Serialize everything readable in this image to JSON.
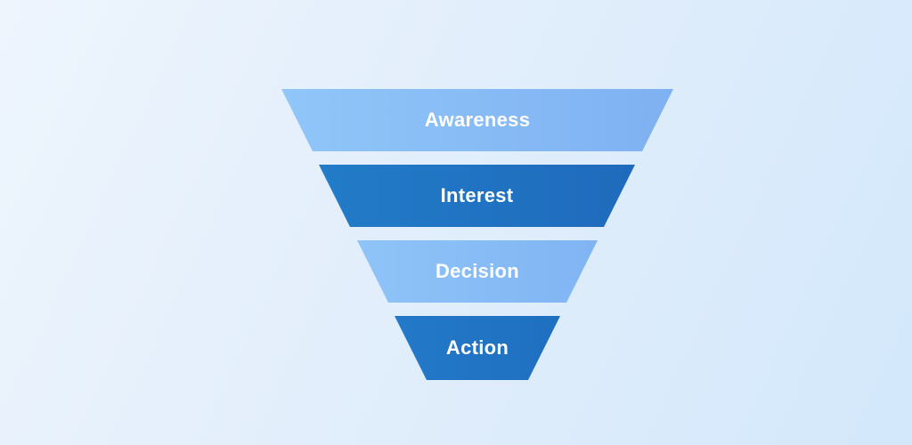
{
  "background": {
    "gradient_from": "#eef5fd",
    "gradient_to": "#d3e8fb"
  },
  "funnel": {
    "text_color": "#ffffff",
    "stages": [
      {
        "label": "Awareness",
        "color_from": "#90c6f8",
        "color_to": "#7fb1f2"
      },
      {
        "label": "Interest",
        "color_from": "#227cc8",
        "color_to": "#1f6abc"
      },
      {
        "label": "Decision",
        "color_from": "#8fc4f8",
        "color_to": "#80b4f3"
      },
      {
        "label": "Action",
        "color_from": "#2379c8",
        "color_to": "#1f6fc0"
      }
    ]
  }
}
